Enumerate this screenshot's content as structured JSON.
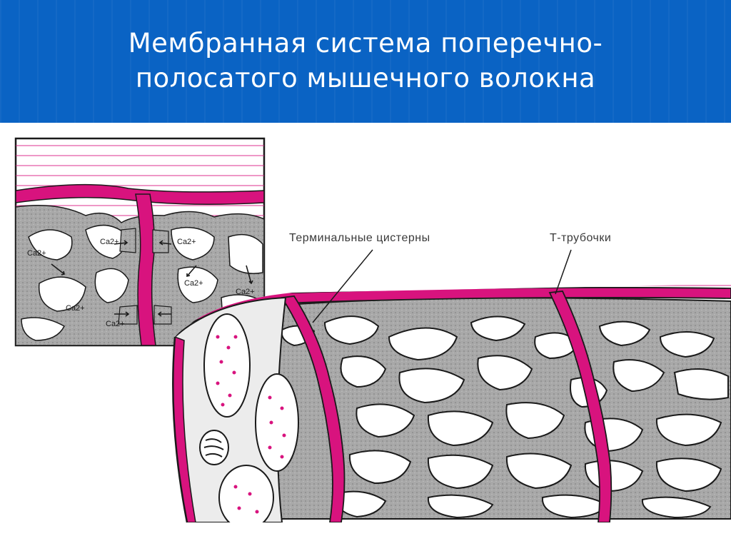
{
  "slide": {
    "title_line1": "Мембранная система поперечно-",
    "title_line2": "полосатого мышечного волокна"
  },
  "figure": {
    "labels": {
      "terminal_cisterns": "Терминальные цистерны",
      "t_tubules": "Т-трубочки"
    },
    "inset_ions": [
      "Ca2+",
      "Ca2+",
      "Ca2+",
      "Ca2+",
      "Ca2+",
      "Ca2+",
      "Ca2+"
    ],
    "colors": {
      "title_bar": "#0a63c4",
      "membrane": "#d8137e",
      "reticulum": "#9a9a9a",
      "outline": "#1a1a1a"
    }
  }
}
